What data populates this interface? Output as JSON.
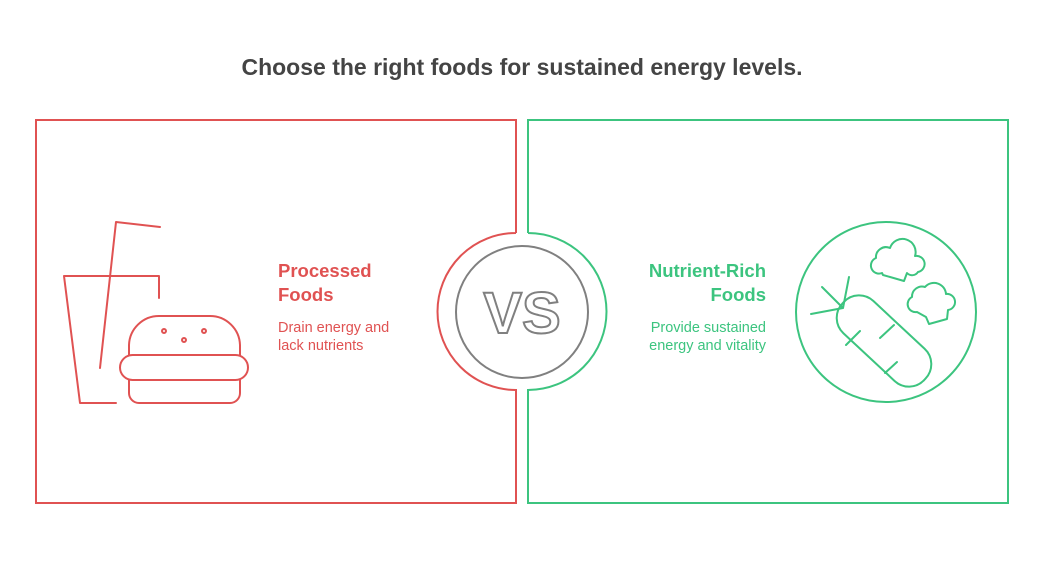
{
  "title": "Choose the right foods for sustained energy levels.",
  "colors": {
    "left": "#e05252",
    "right": "#3cc47f",
    "vs": "#808080",
    "title": "#444444"
  },
  "vs_label": "VS",
  "left": {
    "heading_line1": "Processed",
    "heading_line2": "Foods",
    "desc_line1": "Drain energy and",
    "desc_line2": "lack nutrients",
    "icon": "fast-food-icon"
  },
  "right": {
    "heading_line1": "Nutrient-Rich",
    "heading_line2": "Foods",
    "desc_line1": "Provide sustained",
    "desc_line2": "energy and vitality",
    "icon": "carrot-broccoli-icon"
  }
}
